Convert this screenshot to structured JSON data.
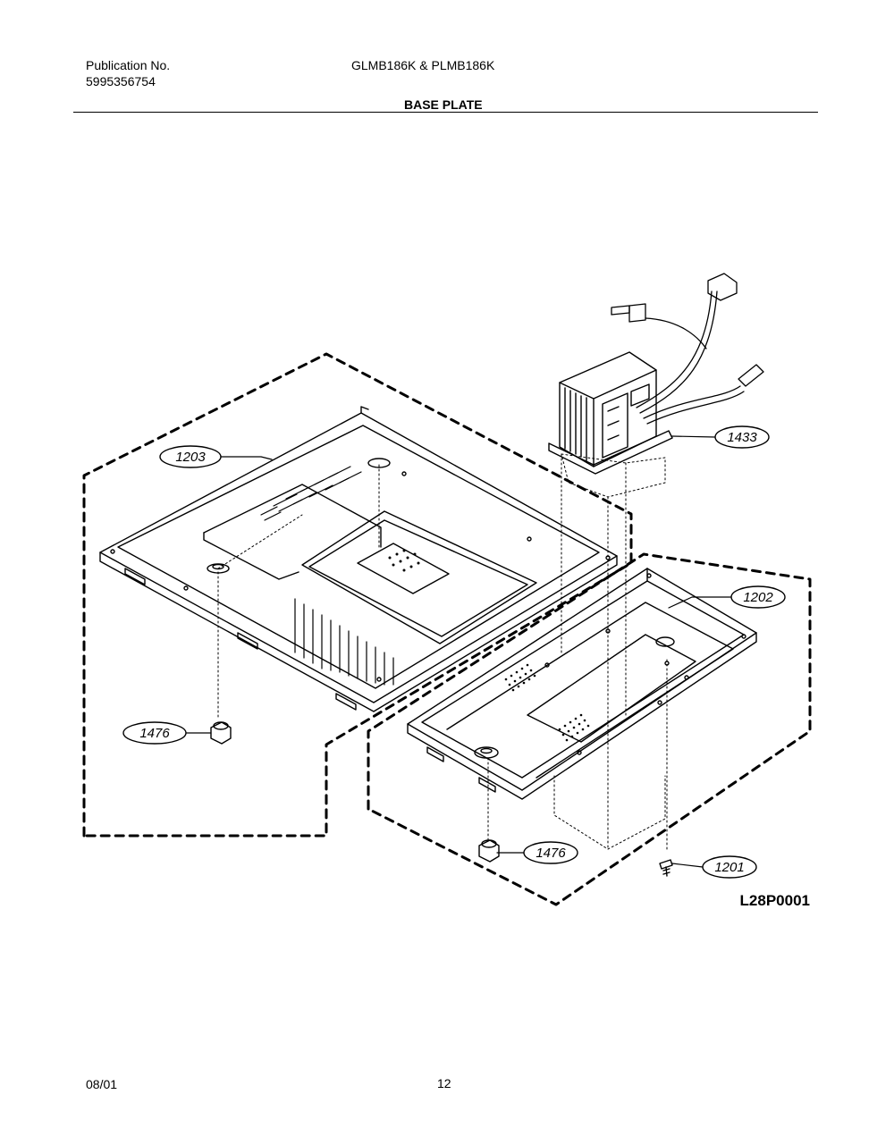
{
  "header": {
    "publication_label": "Publication No.",
    "publication_number": "5995356754",
    "model": "GLMB186K & PLMB186K",
    "section_title": "BASE PLATE"
  },
  "diagram": {
    "figure_code": "L28P0001",
    "callouts": {
      "c1203": "1203",
      "c1433": "1433",
      "c1202": "1202",
      "c1476a": "1476",
      "c1476b": "1476",
      "c1201": "1201"
    }
  },
  "footer": {
    "date": "08/01",
    "page": "12"
  }
}
